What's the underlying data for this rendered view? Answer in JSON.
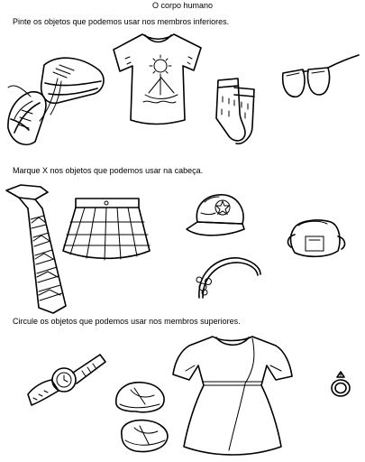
{
  "title": "O corpo humano",
  "questions": [
    "Pinte os objetos que podemos usar nos membros inferiores.",
    "Marque X nos objetos que podemos usar na cabeça.",
    "Circule os objetos que podemos usar nos membros superiores."
  ],
  "illustrations": [
    "sneakers-icon",
    "tshirt-icon",
    "glasses-icon",
    "socks-icon",
    "necktie-icon",
    "skirt-icon",
    "cap-icon",
    "backpack-icon",
    "headband-icon",
    "wristwatch-icon",
    "dress-icon",
    "sandals-icon",
    "ring-icon"
  ]
}
